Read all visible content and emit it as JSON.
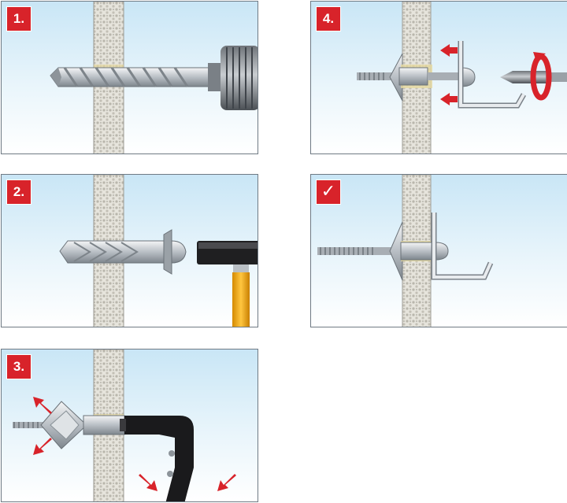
{
  "steps": [
    {
      "label": "1."
    },
    {
      "label": "2."
    },
    {
      "label": "3."
    },
    {
      "label": "4."
    },
    {
      "label": "✓"
    }
  ],
  "colors": {
    "badge": "#d8232a",
    "arrow": "#d8232a",
    "wall": "#dcdcd4",
    "sky": "#c9e6f6",
    "metal": "#b8bec4",
    "hammer_handle": "#f0a500"
  },
  "icons": [
    "drill-bit-icon",
    "drill-chuck-icon",
    "hollow-wall-anchor-icon",
    "hammer-icon",
    "setting-tool-icon",
    "screwdriver-icon",
    "rotation-arrow-icon",
    "hook-bracket-icon",
    "checkmark-icon"
  ]
}
